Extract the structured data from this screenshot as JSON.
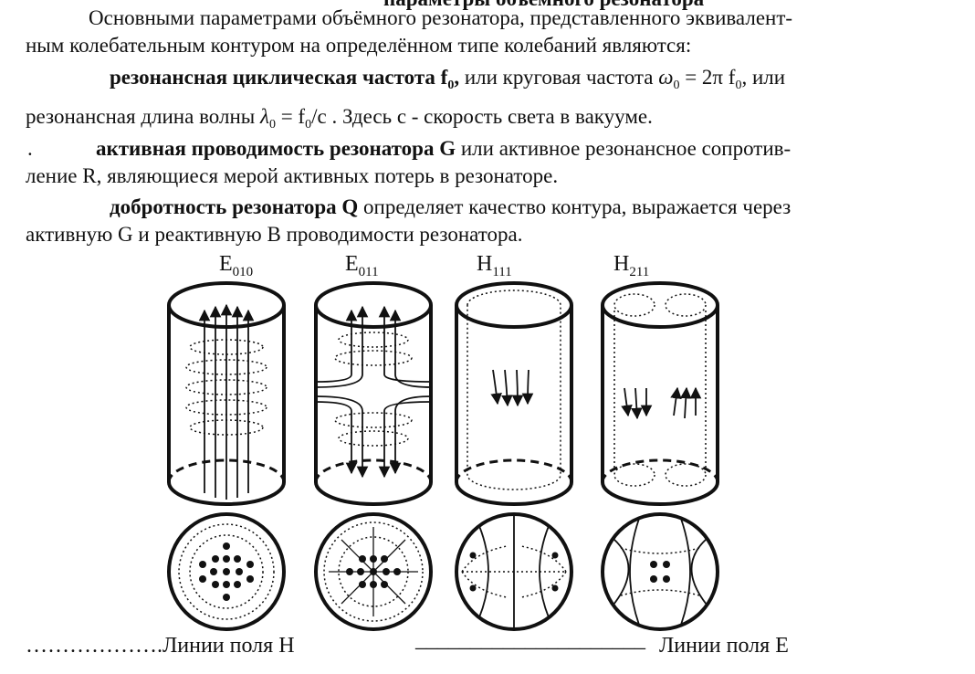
{
  "text": {
    "cut_top": "параметры объёмного резонатора",
    "p1_line1": "Основными параметрами объёмного резонатора, представленного эквивалент-",
    "p1_line2": "ным колебательным контуром на определённом типе колебаний являются:",
    "b1_bold": "резонансная циклическая частота f",
    "b1_bold_sub": "0",
    "b1_bold_comma": ",",
    "b1_rest": " или круговая частота ",
    "b1_omega": "ω",
    "b1_omega_sub": "0",
    "b1_eq": " = 2π f",
    "b1_eq_sub": "0",
    "b1_end": ", или",
    "b2_start": "резонансная длина волны ",
    "b2_lambda": "λ",
    "b2_lambda_sub": "0",
    "b2_eq": " = f",
    "b2_eq_sub": "0",
    "b2_eq_end": "/c",
    "b2_end": " .  Здесь  c - скорость света в вакууме.",
    "b3_dot": ".",
    "b3_bold": "активная проводимость резонатора G",
    "b3_rest": " или активное  резонансное сопротив-",
    "b3_line2": "ление  R, являющиеся мерой активных потерь в резонаторе.",
    "b4_bold": "добротность резонатора Q",
    "b4_rest": " определяет качество контура,  выражается через",
    "b4_line2": "активную G и реактивную B проводимости резонатора."
  },
  "modes": [
    {
      "letter": "E",
      "index": "010"
    },
    {
      "letter": "E",
      "index": "011"
    },
    {
      "letter": "H",
      "index": "111"
    },
    {
      "letter": "H",
      "index": "211"
    }
  ],
  "legend": {
    "h_dots": "……………….",
    "h_label": "Линии поля Н",
    "e_rule": "_____________________",
    "e_label": "Линии поля Е"
  }
}
